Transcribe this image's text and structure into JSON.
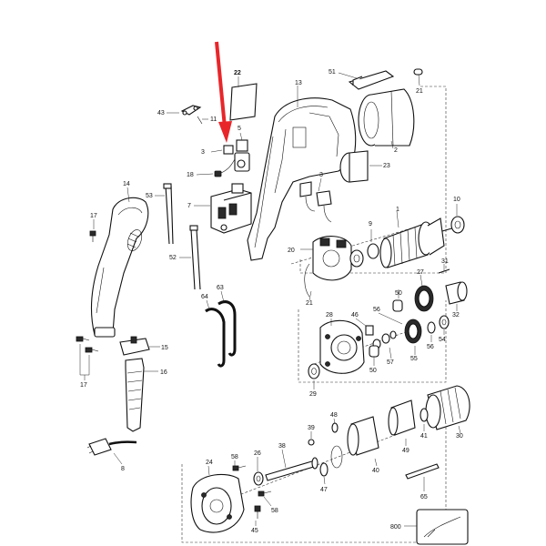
{
  "diagram": {
    "arrow_color": "#e8262a",
    "line_color": "#111111",
    "background": "#ffffff",
    "part_numbers": {
      "p1": "1",
      "p2": "2",
      "p3a": "3",
      "p3b": "3",
      "p5": "5",
      "p7": "7",
      "p8": "8",
      "p9": "9",
      "p10": "10",
      "p11": "11",
      "p13": "13",
      "p14": "14",
      "p15": "15",
      "p16": "16",
      "p17a": "17",
      "p17b": "17",
      "p18": "18",
      "p20": "20",
      "p21a": "21",
      "p21b": "21",
      "p22": "22",
      "p23": "23",
      "p24": "24",
      "p26": "26",
      "p27": "27",
      "p28": "28",
      "p29": "29",
      "p30": "30",
      "p31": "31",
      "p32": "32",
      "p38": "38",
      "p39": "39",
      "p40": "40",
      "p41": "41",
      "p43": "43",
      "p45": "45",
      "p46": "46",
      "p47": "47",
      "p48": "48",
      "p49": "49",
      "p50a": "50",
      "p50b": "50",
      "p51": "51",
      "p52": "52",
      "p53": "53",
      "p54": "54",
      "p55": "55",
      "p56a": "56",
      "p56b": "56",
      "p57": "57",
      "p58a": "58",
      "p58b": "58",
      "p63": "63",
      "p64": "64",
      "p65": "65",
      "p800": "800"
    }
  }
}
